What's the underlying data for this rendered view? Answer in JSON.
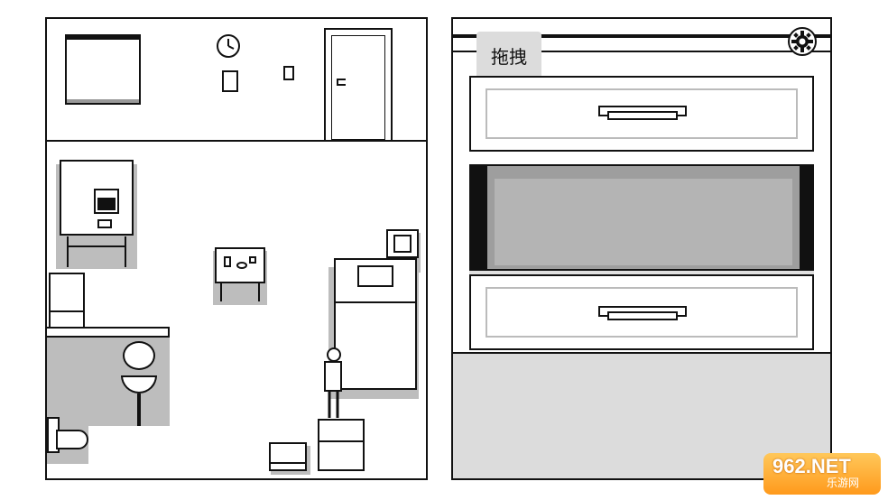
{
  "left_room": {
    "title": "room-scene"
  },
  "right_drawer": {
    "drag_button_label": "拖拽"
  },
  "icons": {
    "settings": "gear-icon",
    "clock": "clock-icon",
    "door": "door-icon"
  },
  "watermark": {
    "main": "962.NET",
    "sub": "乐游网"
  }
}
